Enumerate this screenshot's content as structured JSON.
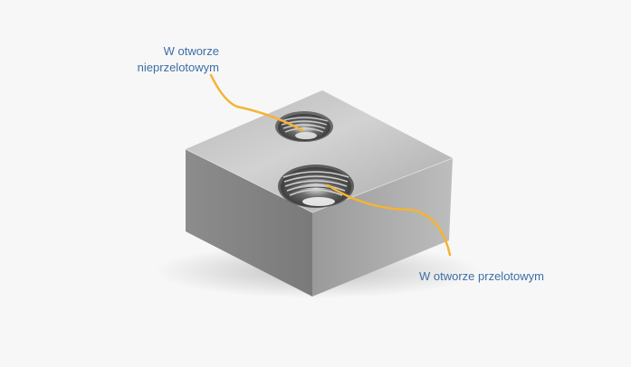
{
  "labels": {
    "blind_hole_line1": "W otworze",
    "blind_hole_line2": "nieprzelotowym",
    "through_hole": "W otworze przelotowym"
  },
  "colors": {
    "background": "#f7f7f7",
    "label_text": "#3d6fa6",
    "leader_line": "#f5b335"
  }
}
